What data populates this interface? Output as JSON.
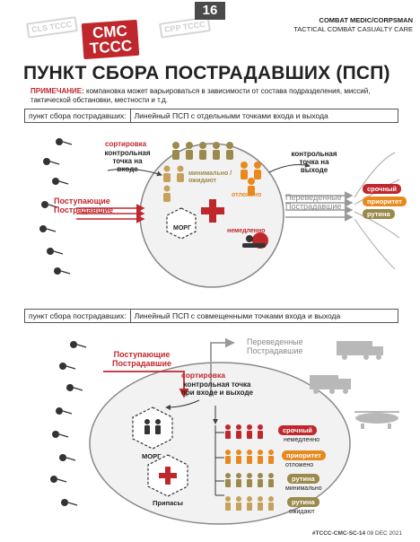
{
  "header": {
    "page_number": "16",
    "badges": [
      "CLS TCCC",
      "CMC TCCC",
      "CPP TCCC"
    ],
    "right_line1": "COMBAT MEDIC/CORPSMAN",
    "right_line2": "TACTICAL COMBAT CASUALTY CARE"
  },
  "title": "ПУНКТ СБОРА ПОСТРАДАВШИХ (ПСП)",
  "note": {
    "label": "ПРИМЕЧАНИЕ:",
    "text": " компановка может варьироваться в зависимости от состава подразделения, миссий, тактической обстановки, местности и т.д."
  },
  "section1": {
    "bar_label": "пункт сбора пострадавших:",
    "bar_value": "Линейный ПСП с отдельными точками входа и выхода",
    "sort_label": "сортировка",
    "checkpoint_in": "контрольная точка на входе",
    "checkpoint_out": "контрольная точка на выходе",
    "incoming": "Поступающие Пострадавшие",
    "outgoing": "Переведенные Пострадавшие",
    "minimal": "минимально /ожидают",
    "delayed": "отложено",
    "immediate": "немедленно",
    "morgue": "МОРГ"
  },
  "legend": {
    "urgent": "срочный",
    "priority": "приоритет",
    "routine": "рутина"
  },
  "section2": {
    "bar_label": "пункт сбора пострадавших:",
    "bar_value": "Линейный ПСП с совмещенными точками входа и выхода",
    "incoming": "Поступающие Пострадавшие",
    "outgoing": "Переведенные Пострадавшие",
    "sort_label": "сортировка",
    "checkpoint": "контрольная точка при входе и выходе",
    "morgue": "МОРГ",
    "supplies": "Припасы",
    "rows": [
      {
        "pill": "срочный",
        "sub": "немедленно"
      },
      {
        "pill": "приоритет",
        "sub": "отложено"
      },
      {
        "pill": "рутина",
        "sub": "минимально"
      },
      {
        "pill": "рутина",
        "sub": "ожидают"
      }
    ]
  },
  "footer": {
    "code": "#TCCC-CMC-SC-14",
    "date": "08 DEC 2021"
  },
  "colors": {
    "red": "#c0272d",
    "orange": "#e8891e",
    "olive": "#9b8a4c",
    "tan": "#c5a15a",
    "grey": "#8a8a8a"
  }
}
